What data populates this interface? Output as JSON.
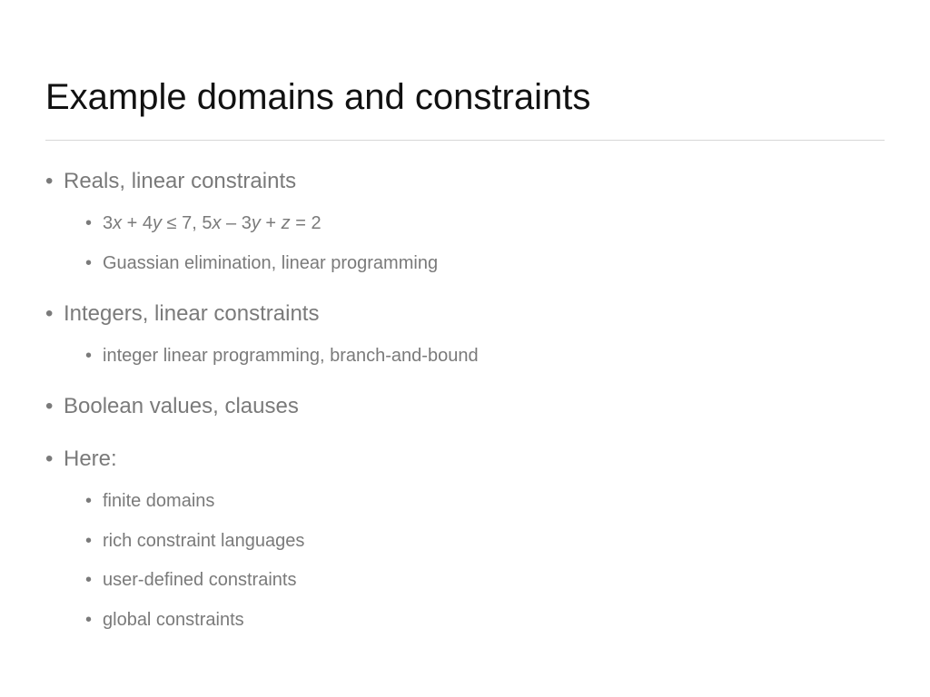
{
  "slide": {
    "title": "Example domains and constraints",
    "bullet_glyph": "•",
    "bullets": [
      {
        "text": "Reals, linear constraints",
        "sub": [
          {
            "math": [
              {
                "t": "3"
              },
              {
                "t": "x",
                "var": true
              },
              {
                "t": " + 4"
              },
              {
                "t": "y",
                "var": true
              },
              {
                "t": " ≤ 7, 5"
              },
              {
                "t": "x",
                "var": true
              },
              {
                "t": " – 3"
              },
              {
                "t": "y",
                "var": true
              },
              {
                "t": " + "
              },
              {
                "t": "z",
                "var": true
              },
              {
                "t": " = 2"
              }
            ]
          },
          {
            "text": "Guassian elimination, linear programming"
          }
        ]
      },
      {
        "text": "Integers, linear constraints",
        "sub": [
          {
            "text": "integer linear programming, branch-and-bound"
          }
        ]
      },
      {
        "text": "Boolean values, clauses",
        "sub": []
      },
      {
        "text": "Here:",
        "sub": [
          {
            "text": "finite domains"
          },
          {
            "text": "rich constraint languages"
          },
          {
            "text": "user-defined constraints"
          },
          {
            "text": "global constraints"
          }
        ]
      }
    ]
  }
}
